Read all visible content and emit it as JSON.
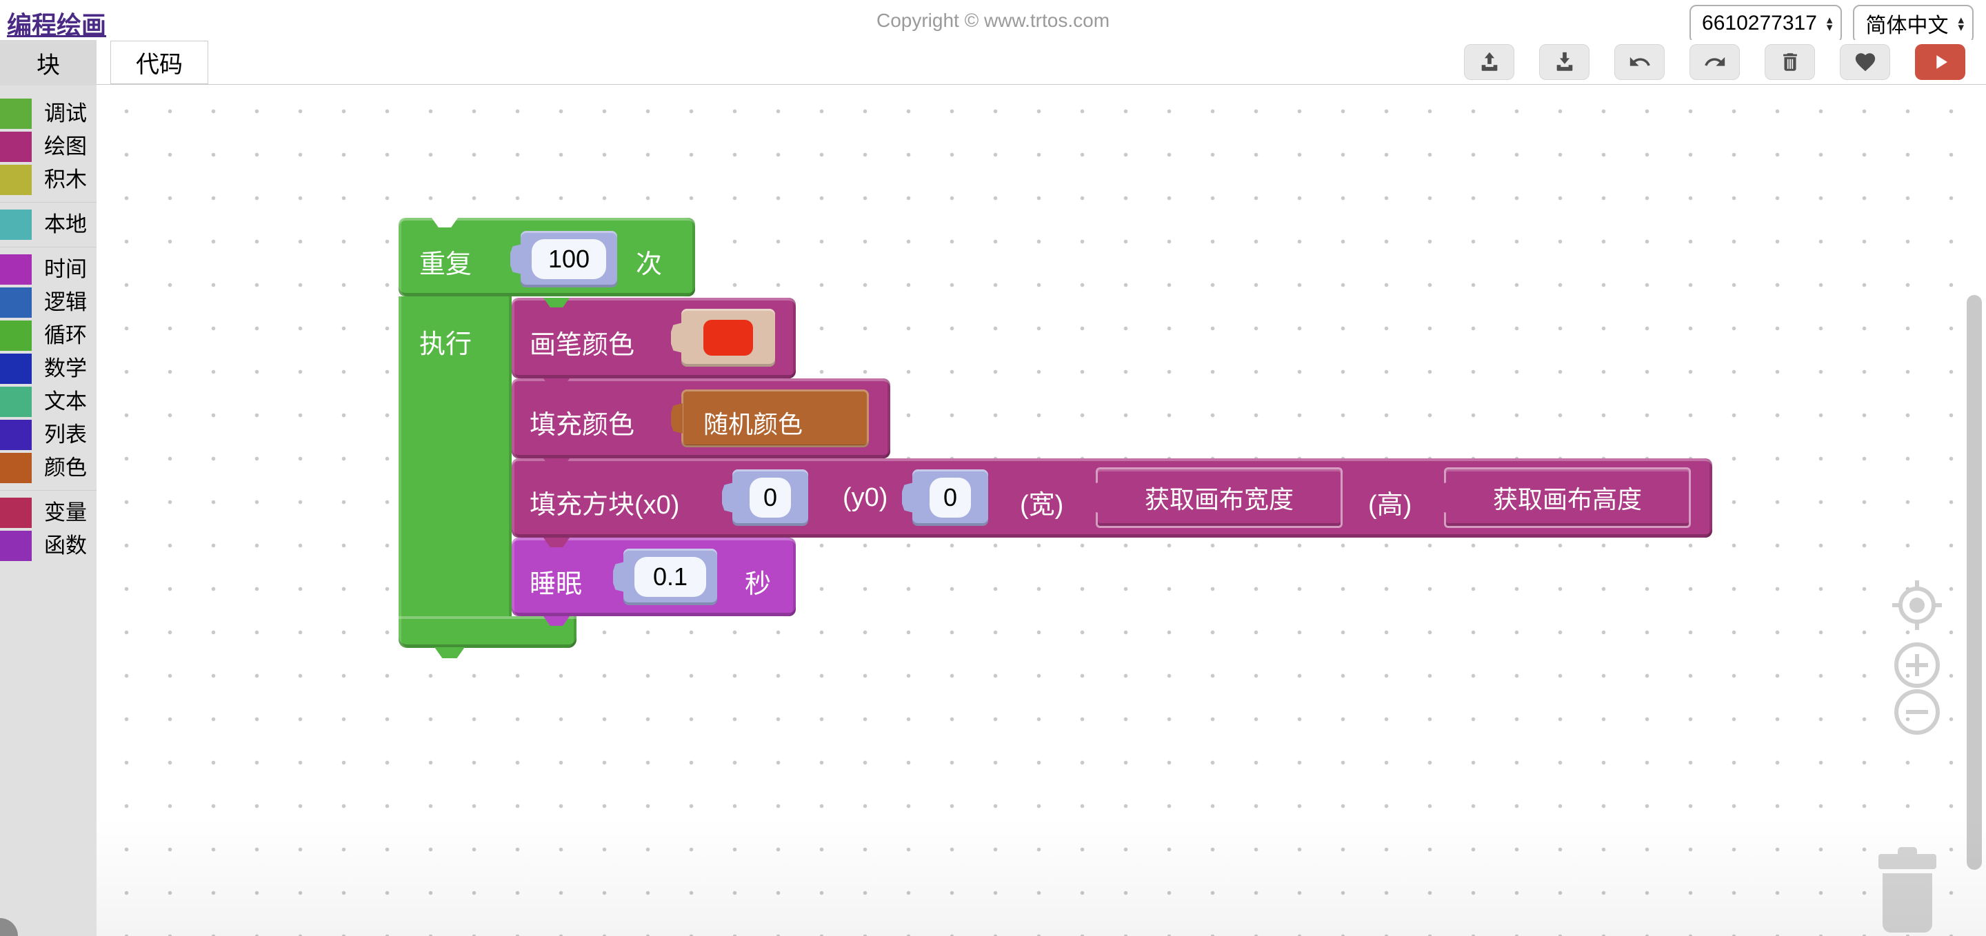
{
  "header": {
    "brand": "编程绘画",
    "copyright": "Copyright © www.trtos.com",
    "account_select": "6610277317",
    "language_select": "简体中文"
  },
  "tabs": {
    "blocks": "块",
    "code": "代码"
  },
  "toolbar": {
    "buttons": [
      "upload",
      "download",
      "undo",
      "redo",
      "trash",
      "favorite",
      "run"
    ],
    "run_color": "#cd5140",
    "button_bg": "#e9e9e9"
  },
  "sidebar": {
    "items": [
      {
        "label": "调试",
        "color": "#5fae3c"
      },
      {
        "label": "绘图",
        "color": "#a82c77"
      },
      {
        "label": "积木",
        "color": "#b7b339"
      },
      {
        "label": "本地",
        "color": "#4fb3b3"
      },
      {
        "label": "时间",
        "color": "#a62fb3"
      },
      {
        "label": "逻辑",
        "color": "#2f63b3"
      },
      {
        "label": "循环",
        "color": "#4fae33"
      },
      {
        "label": "数学",
        "color": "#1c2fb3"
      },
      {
        "label": "文本",
        "color": "#47b383"
      },
      {
        "label": "列表",
        "color": "#3f23b3"
      },
      {
        "label": "颜色",
        "color": "#b65a22"
      },
      {
        "label": "变量",
        "color": "#b32c58"
      },
      {
        "label": "函数",
        "color": "#8f2fb3"
      }
    ]
  },
  "workspace": {
    "colors": {
      "loop_green": "#56b844",
      "magenta": "#ac3a84",
      "purple": "#b746c6",
      "number": "#a6aee0",
      "colour_block": "#dcc0ab",
      "brown": "#b2652f",
      "notch_bg": "#ffffff"
    },
    "repeat_block": {
      "prefix": "重复",
      "count": "100",
      "suffix": "次",
      "do_label": "执行"
    },
    "statements": {
      "pen_color": {
        "label": "画笔颜色",
        "color_value": "#ea2f17"
      },
      "fill_color": {
        "label": "填充颜色",
        "value_label": "随机颜色"
      },
      "fill_rect": {
        "label": "填充方块(x0)",
        "x_value": "0",
        "y_label": "(y0)",
        "y_value": "0",
        "w_label": "(宽)",
        "w_getter": "获取画布宽度",
        "h_label": "(高)",
        "h_getter": "获取画布高度"
      },
      "sleep": {
        "label": "睡眠",
        "value": "0.1",
        "suffix": "秒"
      }
    }
  }
}
